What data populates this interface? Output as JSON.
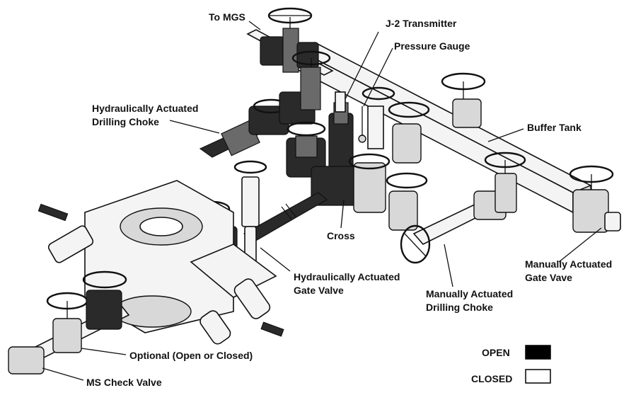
{
  "labels": {
    "to_mgs": "To MGS",
    "j2_transmitter": "J-2 Transmitter",
    "pressure_gauge": "Pressure Gauge",
    "hyd_choke_1": "Hydraulically Actuated",
    "hyd_choke_2": "Drilling Choke",
    "buffer_tank": "Buffer Tank",
    "cross": "Cross",
    "hyd_gate_1": "Hydraulically Actuated",
    "hyd_gate_2": "Gate Valve",
    "man_gate_1": "Manually Actuated",
    "man_gate_2": "Gate Vave",
    "man_choke_1": "Manually Actuated",
    "man_choke_2": "Drilling Choke",
    "optional": "Optional (Open or Closed)",
    "check_valve": "MS Check Valve"
  },
  "legend": {
    "open_label": "OPEN",
    "closed_label": "CLOSED",
    "open_color": "#000000",
    "closed_color": "#ffffff"
  }
}
